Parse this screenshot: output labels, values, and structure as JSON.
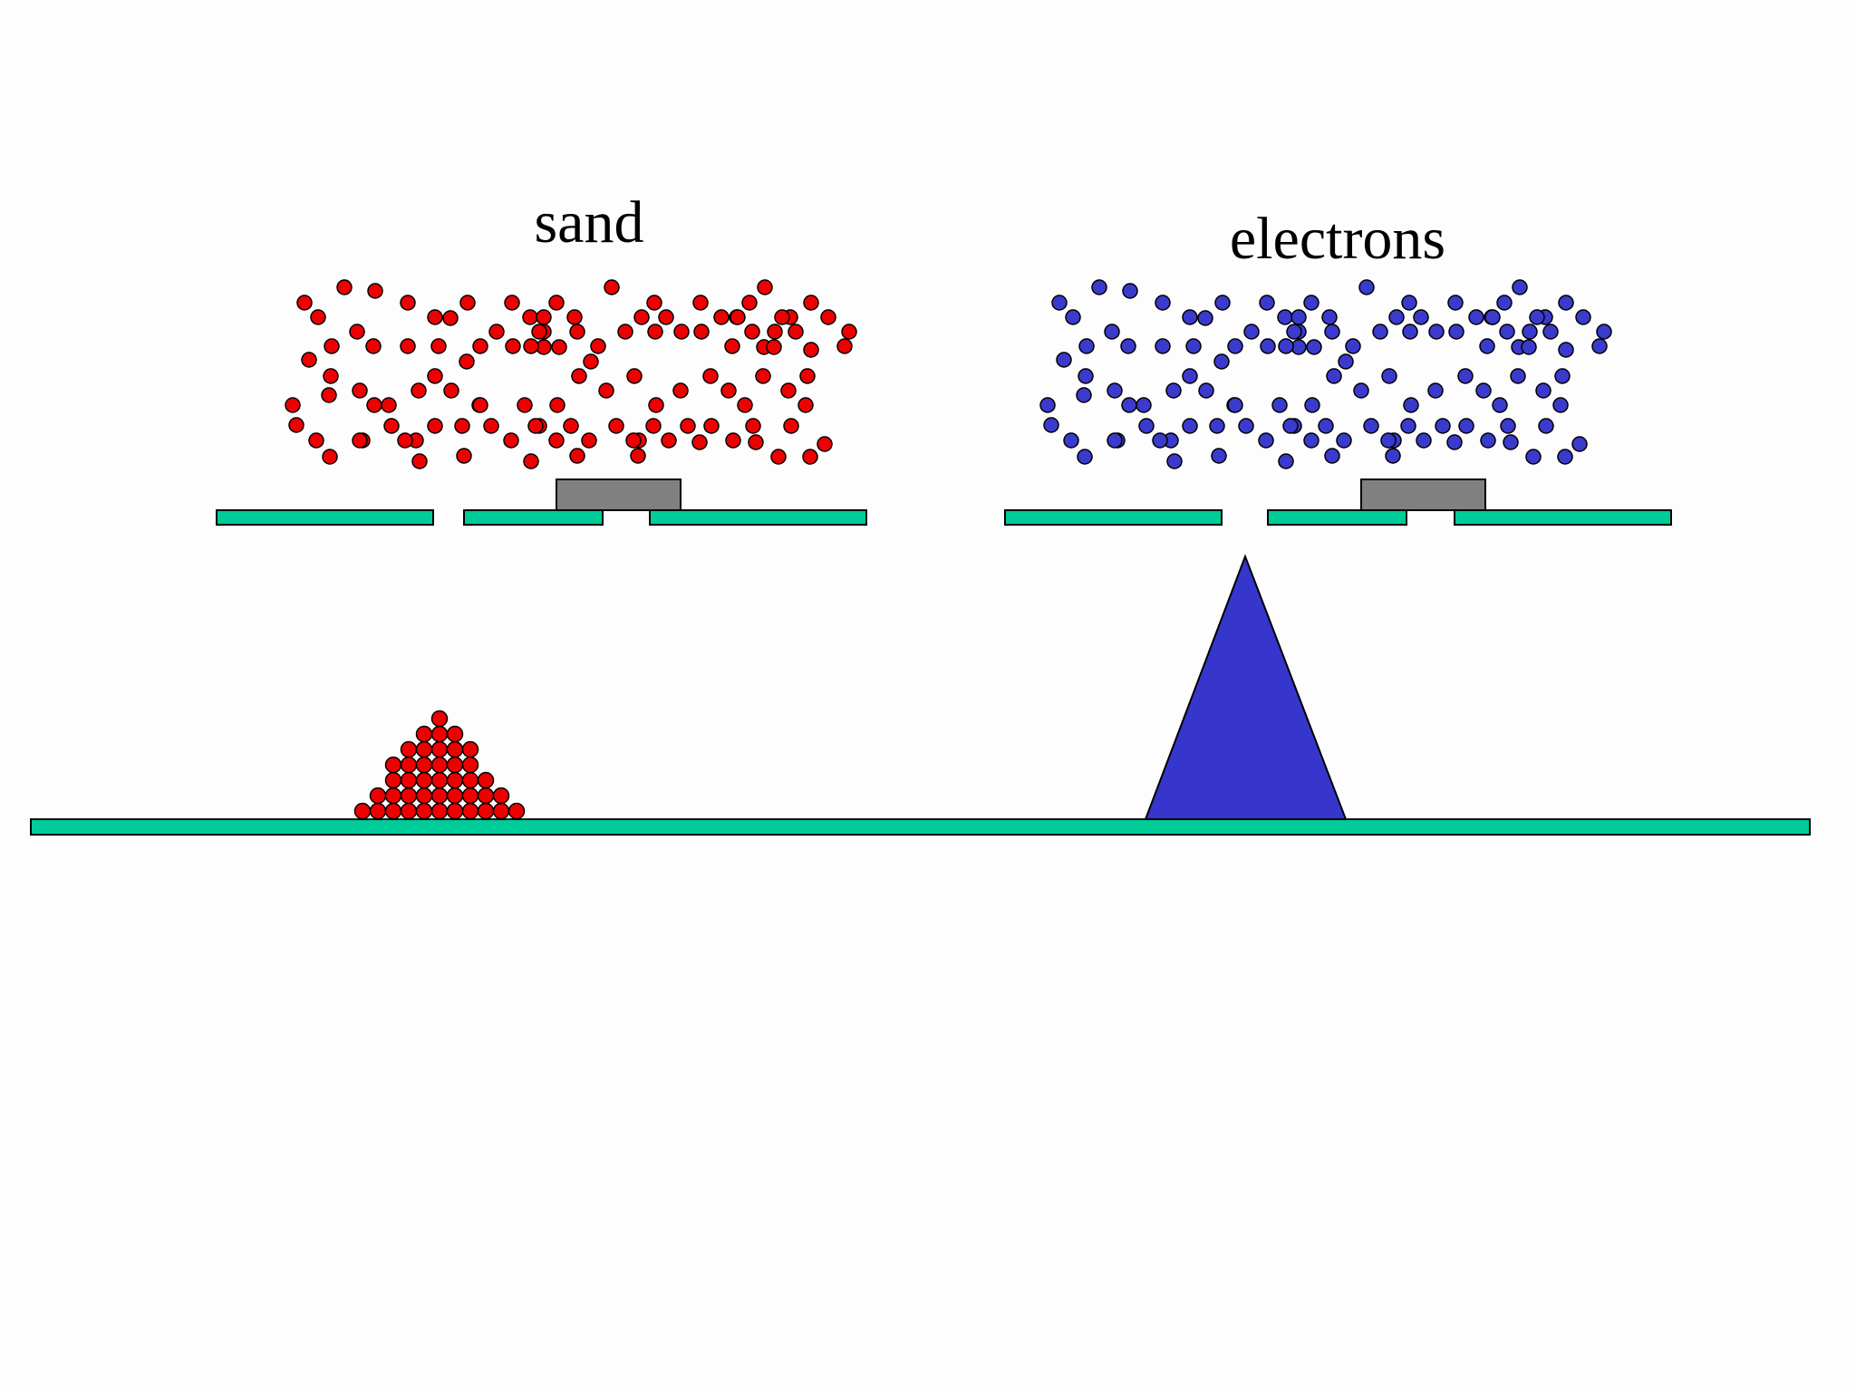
{
  "labels": {
    "left": "sand",
    "right": "electrons"
  },
  "colors": {
    "sand": "#ee0000",
    "electron": "#3a3acc",
    "electron_peak": "#3636cc",
    "barrier": "#00cc99",
    "shutter": "#808080",
    "outline": "#000000"
  },
  "panels": [
    {
      "key": "sand",
      "particle": "sand-grain",
      "outcome": "single-pile"
    },
    {
      "key": "electrons",
      "particle": "electron",
      "outcome": "single-peak"
    }
  ]
}
